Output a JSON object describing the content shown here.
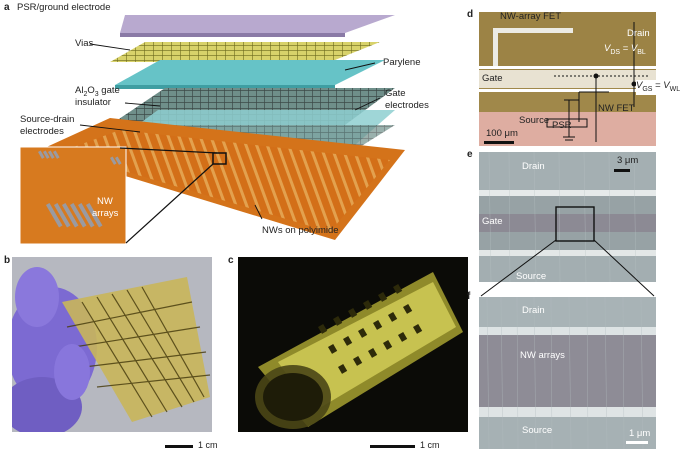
{
  "panel_a": {
    "label": "a",
    "psr": "PSR/ground electrode",
    "vias": "Vias",
    "parylene": "Parylene",
    "al2o3_line1": "Al",
    "al2o3_sub2": "2",
    "al2o3_o": "O",
    "al2o3_sub3": "3",
    "al2o3_gate": " gate",
    "insulator": "insulator",
    "gate_electrodes_1": "Gate",
    "gate_electrodes_2": "electrodes",
    "sd_1": "Source-drain",
    "sd_2": "electrodes",
    "nw_arrays_1": "NW",
    "nw_arrays_2": "arrays",
    "nws_polyimide": "NWs on polyimide"
  },
  "panel_b": {
    "label": "b",
    "scale": "1 cm"
  },
  "panel_c": {
    "label": "c",
    "scale": "1 cm"
  },
  "panel_d": {
    "label": "d",
    "title": "NW-array FET",
    "drain": "Drain",
    "vds": "V",
    "vds_sub": "DS",
    "vbl": "V",
    "vbl_sub": "BL",
    "gate": "Gate",
    "vgs": "V",
    "vgs_sub": "GS",
    "vwl": "V",
    "vwl_sub": "WL",
    "nw_fet": "NW FET",
    "source": "Source",
    "psr": "PSR",
    "scale": "100 μm"
  },
  "panel_e": {
    "label": "e",
    "drain": "Drain",
    "gate": "Gate",
    "source": "Source",
    "scale": "3 μm"
  },
  "panel_f": {
    "label": "f",
    "drain": "Drain",
    "nw_arrays": "NW arrays",
    "source": "Source",
    "scale": "1 μm"
  }
}
